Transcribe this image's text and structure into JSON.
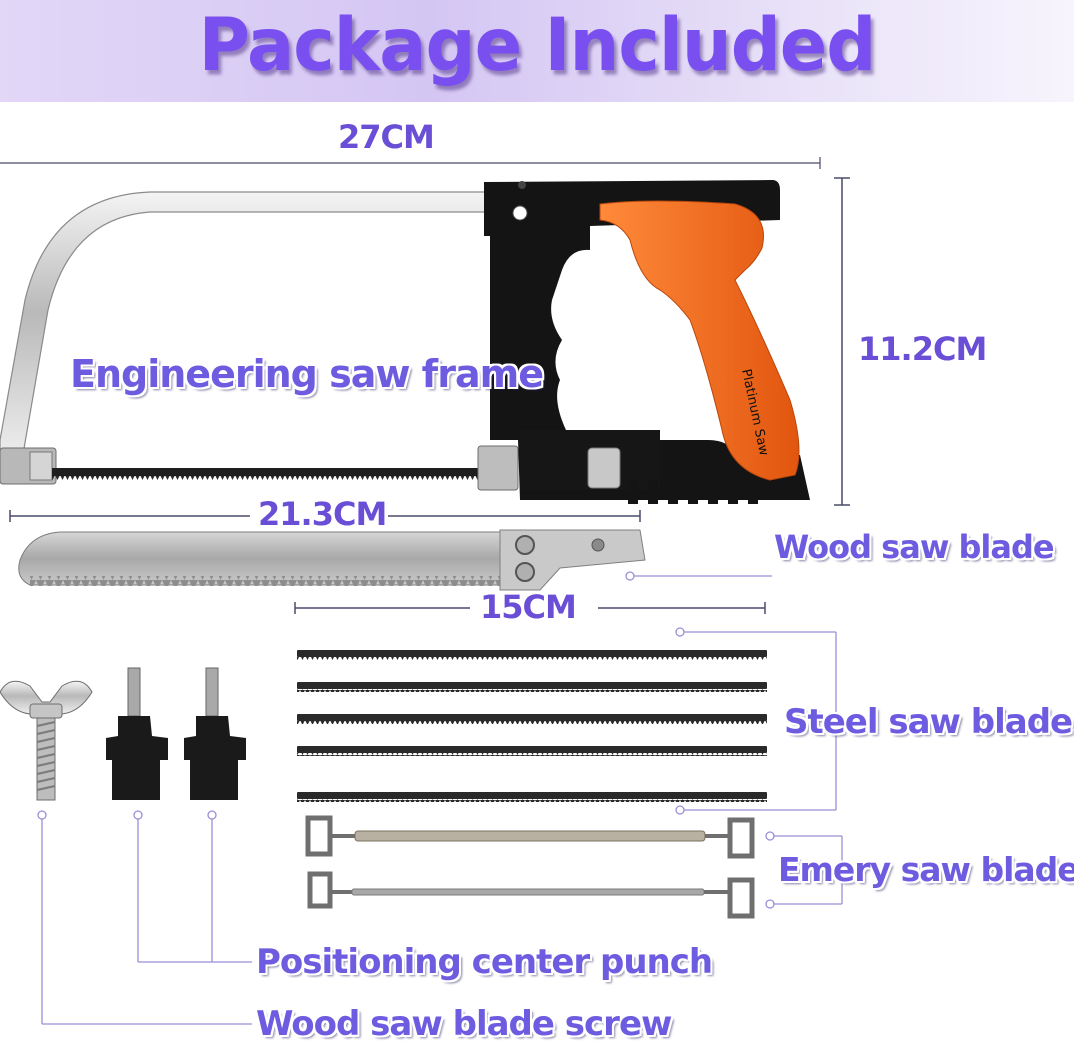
{
  "banner": {
    "title": "Package Included"
  },
  "dimensions": {
    "frame_width": "27CM",
    "frame_height": "11.2CM",
    "wood_blade_length": "21.3CM",
    "steel_blade_length": "15CM"
  },
  "labels": {
    "saw_frame": "Engineering saw frame",
    "wood_saw_blade": "Wood saw blade",
    "steel_saw_blade": "Steel saw blade",
    "emery_saw_blade": "Emery saw blade",
    "center_punch": "Positioning center punch",
    "blade_screw": "Wood saw blade screw"
  },
  "handle": {
    "brand_text": "Platinum Saw"
  },
  "colors": {
    "accent": "#6e5ce0",
    "banner_text": "#7a4ff0",
    "handle_orange": "#f26b1d",
    "handle_black": "#141414",
    "guide_line": "#9a8fd6"
  }
}
